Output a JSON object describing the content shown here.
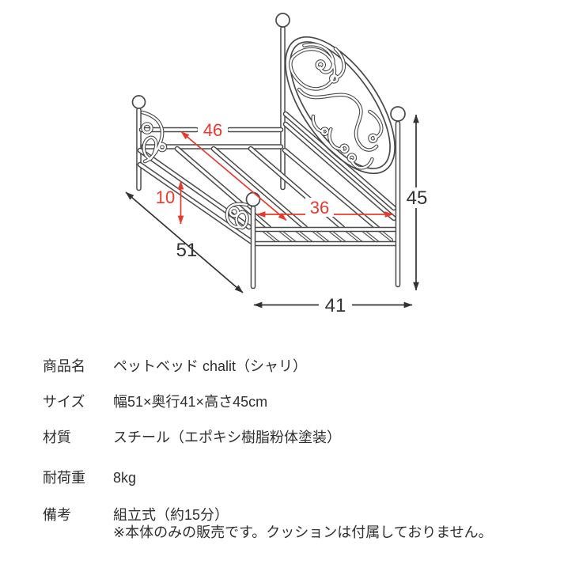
{
  "diagram": {
    "dimensions": {
      "inner_width": "46",
      "side_height": "10",
      "inner_depth": "36",
      "outer_width": "51",
      "outer_depth": "41",
      "total_height": "45"
    },
    "colors": {
      "line": "#4a4a4a",
      "dimension_red": "#e8392e",
      "dimension_black": "#333333"
    }
  },
  "spec_table": {
    "rows": [
      {
        "label": "商品名",
        "value": "ペットベッド chalit（シャリ）"
      },
      {
        "label": "サイズ",
        "value": "幅51×奥行41×高さ45cm"
      },
      {
        "label": "材質",
        "value": "スチール（エポキシ樹脂粉体塗装）"
      },
      {
        "label": "耐荷重",
        "value": "8kg"
      },
      {
        "label": "備考",
        "value": "組立式（約15分）",
        "value2": "※本体のみの販売です。クッションは付属しておりません。"
      }
    ]
  }
}
